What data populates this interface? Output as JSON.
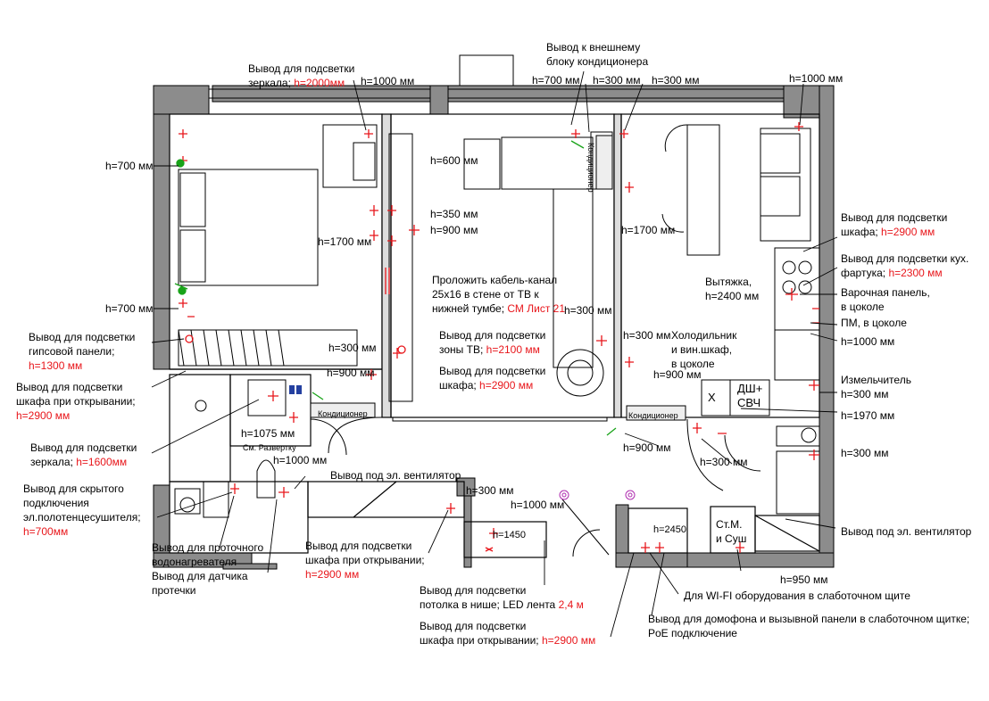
{
  "colors": {
    "wall": "#8c8c8c",
    "line": "#000000",
    "accent": "#e8161b",
    "green": "#19a319",
    "purple": "#b02eb0",
    "blue": "#2440a0",
    "bg": "#ffffff"
  },
  "icons": [
    "wall-outlet-icon",
    "lamp-icon",
    "switch-icon",
    "ventilation-icon",
    "door-swing-icon"
  ],
  "labels": {
    "mirror_light": {
      "a": "Вывод для подсветки",
      "b": "зеркала; ",
      "h": "h=2000мм"
    },
    "h1000_top_left": "h=1000 мм",
    "ac_outer": {
      "a": "Вывод к внешнему",
      "b": "блоку кондиционера"
    },
    "h700_top": "h=700 мм",
    "h300_top_a": "h=300 мм",
    "h300_top_b": "h=300 мм",
    "h1000_top_right": "h=1000 мм",
    "h700_left_a": "h=700 мм",
    "h600": "h=600 мм",
    "h350": "h=350 мм",
    "h900_mid": "h=900 мм",
    "h1700_left": "h=1700 мм",
    "h1700_right": "h=1700 мм",
    "wardrobe_light": {
      "a": "Вывод для подсветки",
      "b": "шкафа; ",
      "h": "h=2900 мм"
    },
    "kitchen_light": {
      "a": "Вывод для подсветки кух.",
      "b": "фартука; ",
      "h": "h=2300 мм"
    },
    "hood": {
      "a": "Вытяжка,",
      "b": "h=2400 мм"
    },
    "hob": {
      "a": "Варочная панель,",
      "b": "в цоколе"
    },
    "dishwasher": "ПМ, в цоколе",
    "h1000_kitchen": "h=1000 мм",
    "cable_channel": {
      "a": "Проложить кабель-канал",
      "b": "25х16 в стене от ТВ к",
      "c": "нижней тумбе; ",
      "ref": "СМ Лист 21"
    },
    "h300_tv": "h=300 мм",
    "h700_left_b": "h=700 мм",
    "gypsum_light": {
      "a": "Вывод для подсветки",
      "b": "гипсовой панели;",
      "h": "h=1300 мм"
    },
    "h300_bed": "h=300 мм",
    "tv_zone": {
      "a": "Вывод для подсветки",
      "b": "зоны ТВ; ",
      "h": "h=2100 мм"
    },
    "wardrobe_mid": {
      "a": "Вывод для подсветки",
      "b": "шкафа; ",
      "h": "h=2900 мм"
    },
    "h300_living": "h=300 мм",
    "fridge": {
      "a": "Холодильник",
      "b": "и вин.шкаф,",
      "c": "в цоколе"
    },
    "h900_kitchen": "h=900 мм",
    "grinder": "Измельчитель",
    "h300_grinder": "h=300 мм",
    "h1970": "h=1970 мм",
    "dw_label_a": "ДШ+",
    "dw_label_b": "СВЧ",
    "x_label": "Х",
    "wardrobe_open_left": {
      "a": "Вывод для подсветки",
      "b": "шкафа при открывании;",
      "h": "h=2900 мм"
    },
    "h900_bath": "h=900 мм",
    "ac_label_a": "Кондиционер",
    "ac_label_b": "Кондиционер",
    "ac_label_c": "Кондиционер",
    "h1075": "h=1075 мм",
    "see_scan": "См. Развертку",
    "h1000_bath": "h=1000 мм",
    "mirror_bath": {
      "a": "Вывод для подсветки",
      "b": "зеркала; ",
      "h": "h=1600мм"
    },
    "h900_hall": "h=900 мм",
    "h300_hall": "h=300 мм",
    "h300_right": "h=300 мм",
    "towel_rail": {
      "a": "Вывод для скрытого",
      "b": "подключения",
      "c": "эл.полотенцесушителя;",
      "h": "h=700мм"
    },
    "fan_bath": "Вывод под эл. вентилятор",
    "h300_hall2": "h=300 мм",
    "h1000_hall": "h=1000 мм",
    "h1450": "h=1450",
    "h2450": "h=2450",
    "washer": {
      "a": "Ст.М.",
      "b": "и Суш"
    },
    "fan_right": "Вывод под эл. вентилятор",
    "water_heater": {
      "a": "Вывод для проточного",
      "b": "водонагревателя"
    },
    "leak_sensor": {
      "a": "Вывод для датчика",
      "b": "протечки"
    },
    "wardrobe_open_mid": {
      "a": "Вывод для подсветки",
      "b": "шкафа при открывании;",
      "h": "h=2900 мм"
    },
    "h950": "h=950 мм",
    "wifi": "Для WI-FI оборудования в слаботочном щите",
    "niche_light": {
      "a": "Вывод для подсветки",
      "b": "потолка в нише; LED лента ",
      "h": "2,4 м"
    },
    "intercom": {
      "a": "Вывод для домофона и вызывной панели в слаботочном щитке;",
      "b": "PoE подключение"
    },
    "wardrobe_open_bottom": {
      "a": "Вывод для подсветки",
      "b": "шкафа при открывании; ",
      "h": "h=2900 мм"
    }
  }
}
